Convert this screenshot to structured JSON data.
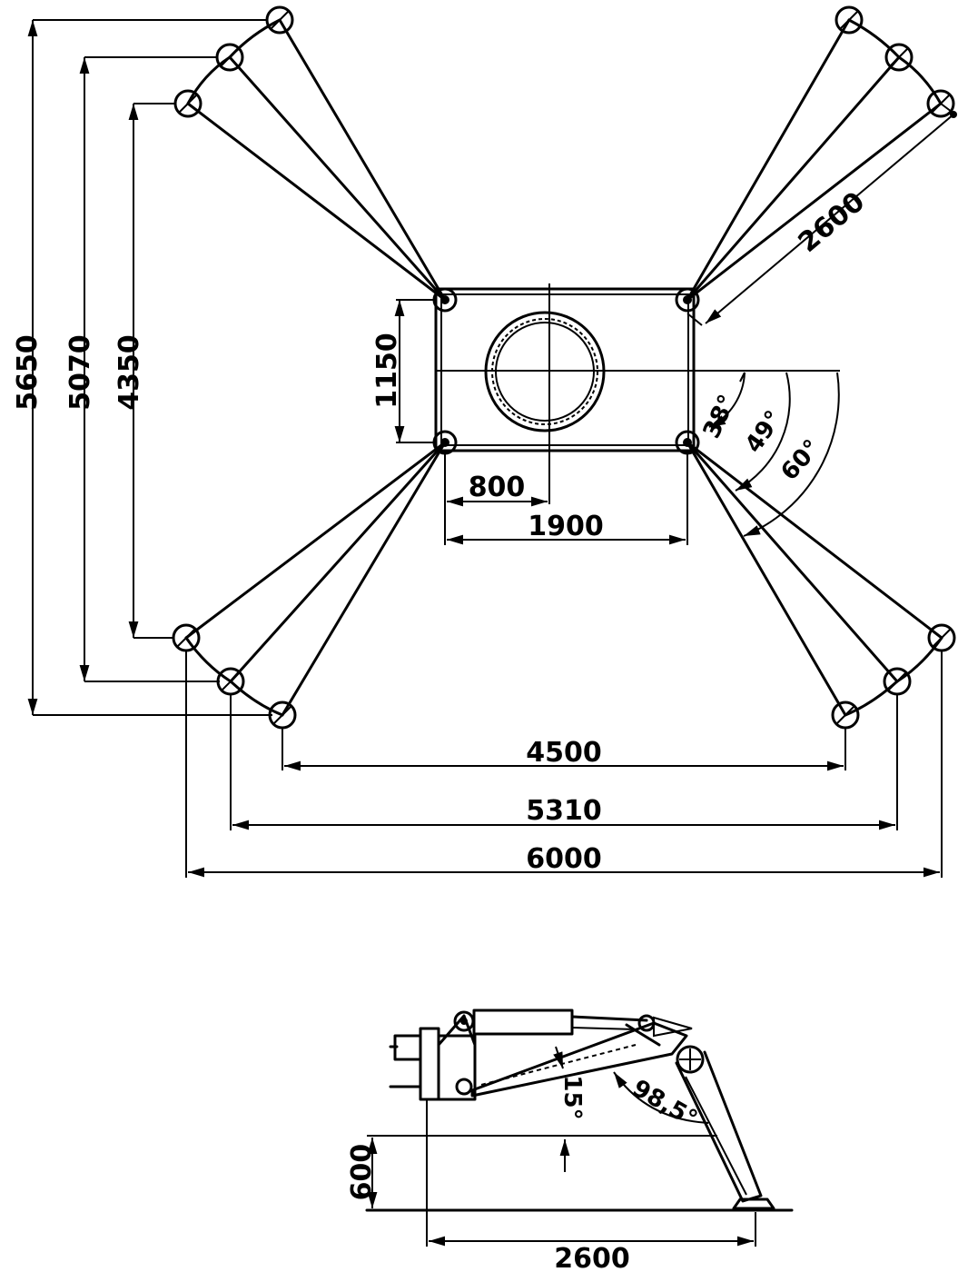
{
  "plan_dims": {
    "h5650": "5650",
    "h5070": "5070",
    "h4350": "4350",
    "h1150": "1150",
    "w800": "800",
    "w1900": "1900",
    "w4500": "4500",
    "w5310": "5310",
    "w6000": "6000",
    "d2600": "2600",
    "a38": "38°",
    "a49": "49°",
    "a60": "60°"
  },
  "side_dims": {
    "a15": "15°",
    "a985": "98,5°",
    "h600": "600",
    "w2600": "2600"
  }
}
